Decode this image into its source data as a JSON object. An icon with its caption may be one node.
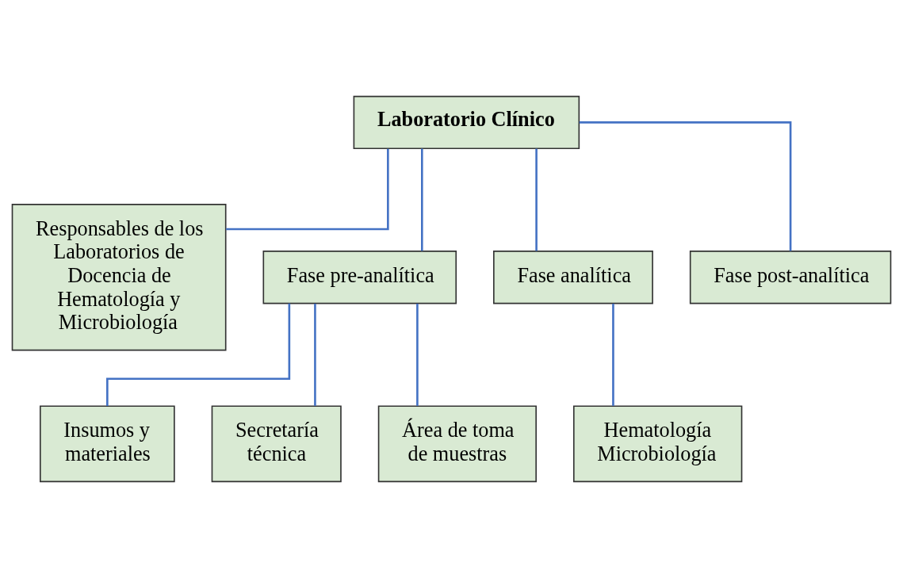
{
  "diagram": {
    "nodes": [
      {
        "text": [
          "Laboratorio Clínico"
        ]
      },
      {
        "text": [
          "Responsables de los Laboratorios de Docencia de Hematología y Microbiología"
        ]
      },
      {
        "text": [
          "Fase pre-analítica"
        ]
      },
      {
        "text": [
          "Fase analítica"
        ]
      },
      {
        "text": [
          "Fase post-analítica"
        ]
      },
      {
        "text": [
          "Insumos y materiales"
        ]
      },
      {
        "text": [
          "Secretaría técnica"
        ]
      },
      {
        "text": [
          "Área de toma de muestras"
        ]
      },
      {
        "text": [
          "Hematología Microbiología"
        ]
      }
    ],
    "edges": [
      {
        "from": 0,
        "to": 1,
        "arrow": "none"
      },
      {
        "from": 0,
        "to": 2,
        "arrow": "none"
      },
      {
        "from": 0,
        "to": 3,
        "arrow": "none"
      },
      {
        "from": 0,
        "to": 4,
        "arrow": "none"
      },
      {
        "from": 2,
        "to": 5,
        "arrow": "none"
      },
      {
        "from": 2,
        "to": 6,
        "arrow": "none"
      },
      {
        "from": 2,
        "to": 7,
        "arrow": "none"
      },
      {
        "from": 3,
        "to": 8,
        "arrow": "none"
      }
    ]
  }
}
